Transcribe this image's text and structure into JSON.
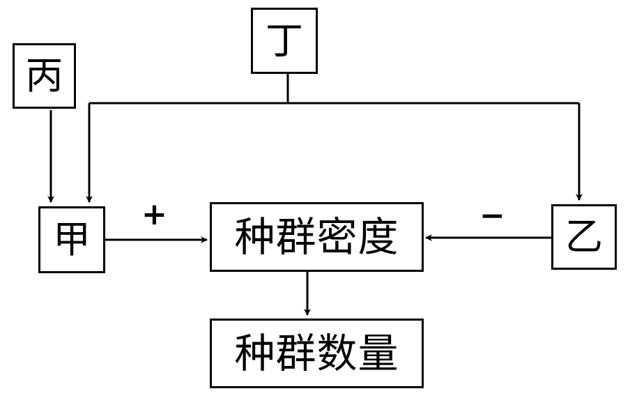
{
  "nodes": {
    "bing": "丙",
    "ding": "丁",
    "jia": "甲",
    "yi": "乙",
    "density": "种群密度",
    "quantity": "种群数量"
  },
  "edge_labels": {
    "jia_to_density": "+",
    "yi_to_density": "−"
  }
}
